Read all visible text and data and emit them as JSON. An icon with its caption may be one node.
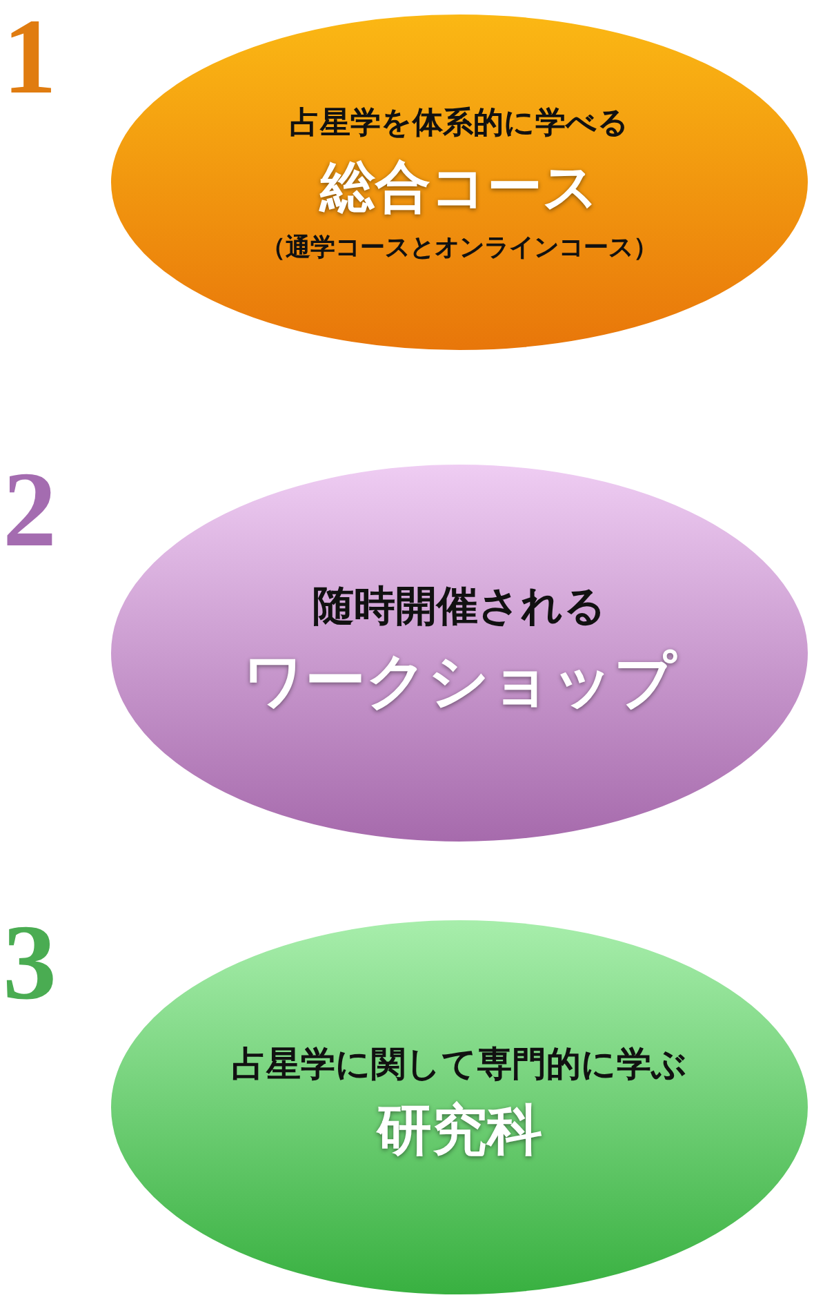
{
  "diagram": {
    "nodes": [
      {
        "text": [
          "占星学を体系的に学べる",
          "総合コース",
          "（通学コースとオンラインコース）"
        ],
        "beside": [
          "1"
        ]
      },
      {
        "text": [
          "随時開催される",
          "ワークショップ"
        ],
        "beside": [
          "2"
        ]
      },
      {
        "text": [
          "占星学に関して専門的に学ぶ",
          "研究科"
        ],
        "beside": [
          "3"
        ]
      }
    ]
  }
}
